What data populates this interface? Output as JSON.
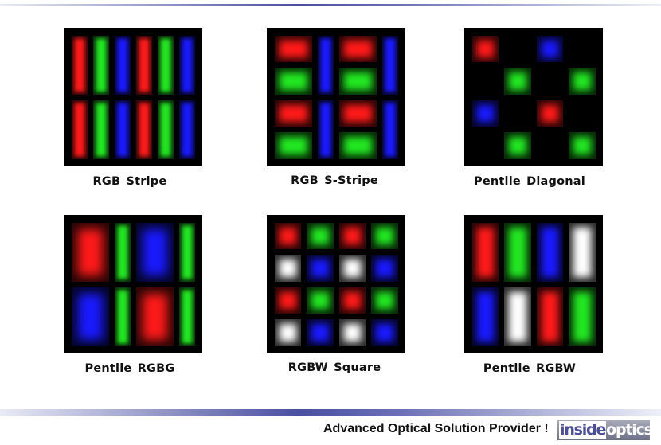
{
  "colors": {
    "red": "#ff1a1a",
    "green": "#22e822",
    "blue": "#1a1aff",
    "white": "#ffffff",
    "background": "#000000"
  },
  "patterns": [
    {
      "key": "rgb-stripe",
      "label": "RGB Stripe",
      "cells": [
        [
          "r",
          0,
          0,
          1,
          1
        ],
        [
          "g",
          1,
          0,
          1,
          1
        ],
        [
          "b",
          2,
          0,
          1,
          1
        ],
        [
          "r",
          3,
          0,
          1,
          1
        ],
        [
          "g",
          4,
          0,
          1,
          1
        ],
        [
          "b",
          5,
          0,
          1,
          1
        ],
        [
          "r",
          0,
          1,
          1,
          1
        ],
        [
          "g",
          1,
          1,
          1,
          1
        ],
        [
          "b",
          2,
          1,
          1,
          1
        ],
        [
          "r",
          3,
          1,
          1,
          1
        ],
        [
          "g",
          4,
          1,
          1,
          1
        ],
        [
          "b",
          5,
          1,
          1,
          1
        ]
      ],
      "cols": 6,
      "rows": 2
    },
    {
      "key": "rgb-s-stripe",
      "label": "RGB S-Stripe",
      "cells": [
        [
          "r",
          0,
          0,
          1,
          1
        ],
        [
          "b",
          1,
          0,
          0.5,
          2
        ],
        [
          "r",
          1.5,
          0,
          1,
          1
        ],
        [
          "b",
          2.5,
          0,
          0.5,
          2
        ],
        [
          "g",
          0,
          1,
          1,
          1
        ],
        [
          "g",
          1.5,
          1,
          1,
          1
        ],
        [
          "r",
          0,
          2,
          1,
          1
        ],
        [
          "b",
          1,
          2,
          0.5,
          2
        ],
        [
          "r",
          1.5,
          2,
          1,
          1
        ],
        [
          "b",
          2.5,
          2,
          0.5,
          2
        ],
        [
          "g",
          0,
          3,
          1,
          1
        ],
        [
          "g",
          1.5,
          3,
          1,
          1
        ]
      ],
      "cols": 3,
      "rows": 4
    },
    {
      "key": "pentile-diagonal",
      "label": "Pentile  Diagonal",
      "cells": [
        [
          "r",
          0,
          0,
          1,
          1
        ],
        [
          "b",
          2,
          0,
          1,
          1
        ],
        [
          "g",
          1,
          1,
          1,
          1
        ],
        [
          "g",
          3,
          1,
          1,
          1
        ],
        [
          "b",
          0,
          2,
          1,
          1
        ],
        [
          "r",
          2,
          2,
          1,
          1
        ],
        [
          "g",
          1,
          3,
          1,
          1
        ],
        [
          "g",
          3,
          3,
          1,
          1
        ]
      ],
      "cols": 4,
      "rows": 4
    },
    {
      "key": "pentile-rgbg",
      "label": "Pentile  RGBG",
      "cells": [
        [
          "r",
          0,
          0,
          2,
          1
        ],
        [
          "g",
          2,
          0,
          1,
          1
        ],
        [
          "b",
          3,
          0,
          2,
          1
        ],
        [
          "g",
          5,
          0,
          1,
          1
        ],
        [
          "b",
          0,
          1,
          2,
          1
        ],
        [
          "g",
          2,
          1,
          1,
          1
        ],
        [
          "r",
          3,
          1,
          2,
          1
        ],
        [
          "g",
          5,
          1,
          1,
          1
        ]
      ],
      "cols": 6,
      "rows": 2
    },
    {
      "key": "rgbw-square",
      "label": "RGBW Square",
      "cells": [
        [
          "r",
          0,
          0,
          1,
          1
        ],
        [
          "g",
          1,
          0,
          1,
          1
        ],
        [
          "r",
          2,
          0,
          1,
          1
        ],
        [
          "g",
          3,
          0,
          1,
          1
        ],
        [
          "w",
          0,
          1,
          1,
          1
        ],
        [
          "b",
          1,
          1,
          1,
          1
        ],
        [
          "w",
          2,
          1,
          1,
          1
        ],
        [
          "b",
          3,
          1,
          1,
          1
        ],
        [
          "r",
          0,
          2,
          1,
          1
        ],
        [
          "g",
          1,
          2,
          1,
          1
        ],
        [
          "r",
          2,
          2,
          1,
          1
        ],
        [
          "g",
          3,
          2,
          1,
          1
        ],
        [
          "w",
          0,
          3,
          1,
          1
        ],
        [
          "b",
          1,
          3,
          1,
          1
        ],
        [
          "w",
          2,
          3,
          1,
          1
        ],
        [
          "b",
          3,
          3,
          1,
          1
        ]
      ],
      "cols": 4,
      "rows": 4
    },
    {
      "key": "pentile-rgbw",
      "label": "Pentile  RGBW",
      "cells": [
        [
          "r",
          0,
          0,
          1,
          1
        ],
        [
          "g",
          1,
          0,
          1,
          1
        ],
        [
          "b",
          2,
          0,
          1,
          1
        ],
        [
          "w",
          3,
          0,
          1,
          1
        ],
        [
          "b",
          0,
          1,
          1,
          1
        ],
        [
          "w",
          1,
          1,
          1,
          1
        ],
        [
          "r",
          2,
          1,
          1,
          1
        ],
        [
          "g",
          3,
          1,
          1,
          1
        ]
      ],
      "cols": 4,
      "rows": 2
    }
  ],
  "footer": {
    "tagline": "Advanced Optical Solution Provider !",
    "logo_part1": "inside",
    "logo_part2": "optics"
  }
}
